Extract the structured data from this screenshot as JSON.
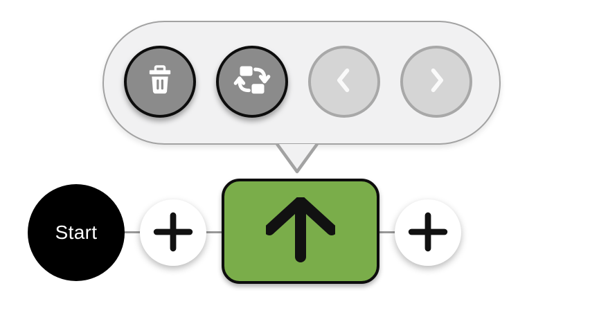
{
  "toolbar": {
    "background": "#f1f1f2",
    "border_color": "#a2a2a2",
    "pointer_direction": "down",
    "buttons": [
      {
        "id": "delete",
        "icon": "trash-icon",
        "enabled": true,
        "background": "#8b8b8b",
        "border_color": "#0d0d0d",
        "icon_color": "#ffffff"
      },
      {
        "id": "replace",
        "icon": "swap-icon",
        "enabled": true,
        "background": "#8b8b8b",
        "border_color": "#0d0d0d",
        "icon_color": "#ffffff"
      },
      {
        "id": "previous",
        "icon": "chevron-left-icon",
        "enabled": false,
        "background": "#d5d5d5",
        "border_color": "#a8a8a8",
        "icon_color": "#fafafa"
      },
      {
        "id": "next",
        "icon": "chevron-right-icon",
        "enabled": false,
        "background": "#d5d5d5",
        "border_color": "#a8a8a8",
        "icon_color": "#fafafa"
      }
    ]
  },
  "flow": {
    "connector_color": "#999999",
    "nodes": [
      {
        "type": "start",
        "label": "Start",
        "shape": "circle",
        "background": "#000000",
        "text_color": "#ffffff"
      },
      {
        "type": "add-step",
        "icon": "plus-icon",
        "shape": "circle",
        "background": "#ffffff",
        "icon_color": "#111111"
      },
      {
        "type": "action",
        "icon": "arrow-up-icon",
        "shape": "rounded-rect",
        "background": "#7aad4a",
        "border_color": "#0d0d0d",
        "icon_color": "#111111",
        "selected": true
      },
      {
        "type": "add-step",
        "icon": "plus-icon",
        "shape": "circle",
        "background": "#ffffff",
        "icon_color": "#111111"
      }
    ]
  }
}
